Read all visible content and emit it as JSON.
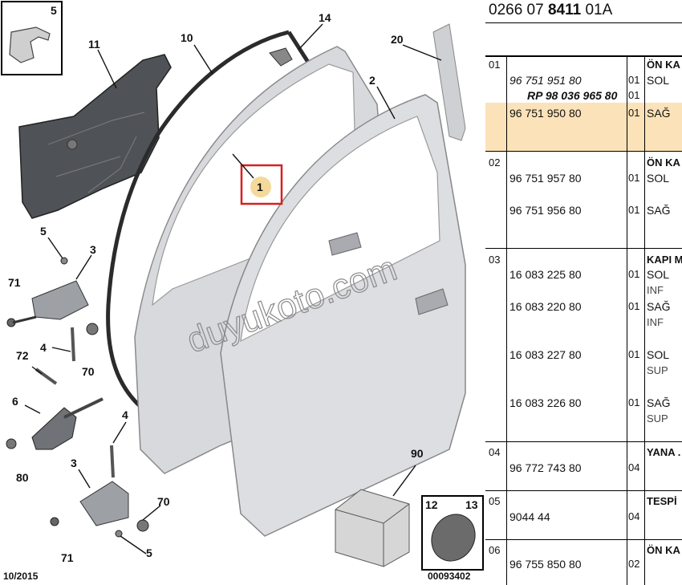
{
  "diagram": {
    "callouts": [
      "5",
      "11",
      "10",
      "14",
      "20",
      "2",
      "1",
      "5",
      "3",
      "71",
      "4",
      "70",
      "72",
      "6",
      "80",
      "4",
      "3",
      "70",
      "71",
      "5",
      "90",
      "12",
      "13"
    ],
    "footer_date": "10/2015",
    "footer_code": "00093402",
    "watermark": "duyukoto.com",
    "highlight_color": "#d62020"
  },
  "parts_table": {
    "header_prefix": "0266 07 ",
    "header_bold": "8411",
    "header_suffix": " 01A",
    "rows": [
      {
        "num": "01",
        "title": "ÖN KA",
        "lines": [
          {
            "pn": "96 751 951 80",
            "qty": "01",
            "label": "SOL"
          },
          {
            "pn": "RP 98 036 965 80",
            "qty": "01",
            "label": ""
          },
          {
            "pn": "96 751 950 80",
            "qty": "01",
            "label": "SAĞ"
          }
        ]
      },
      {
        "num": "02",
        "title": "ÖN KA",
        "lines": [
          {
            "pn": "96 751 957 80",
            "qty": "01",
            "label": "SOL"
          },
          {
            "pn": "96 751 956 80",
            "qty": "01",
            "label": "SAĞ"
          }
        ]
      },
      {
        "num": "03",
        "title": "KAPI M",
        "lines": [
          {
            "pn": "16 083 225 80",
            "qty": "01",
            "label": "SOL",
            "sub": "INF"
          },
          {
            "pn": "16 083 220 80",
            "qty": "01",
            "label": "SAĞ",
            "sub": "INF"
          },
          {
            "pn": "16 083 227 80",
            "qty": "01",
            "label": "SOL",
            "sub": "SUP"
          },
          {
            "pn": "16 083 226 80",
            "qty": "01",
            "label": "SAĞ",
            "sub": "SUP"
          }
        ]
      },
      {
        "num": "04",
        "title": "YANA .",
        "lines": [
          {
            "pn": "96 772 743 80",
            "qty": "04",
            "label": ""
          }
        ]
      },
      {
        "num": "05",
        "title": "TESPİ",
        "lines": [
          {
            "pn": "9044 44",
            "qty": "04",
            "label": ""
          }
        ]
      },
      {
        "num": "06",
        "title": "ÖN KA",
        "lines": [
          {
            "pn": "96 755 850 80",
            "qty": "02",
            "label": ""
          }
        ]
      }
    ]
  }
}
